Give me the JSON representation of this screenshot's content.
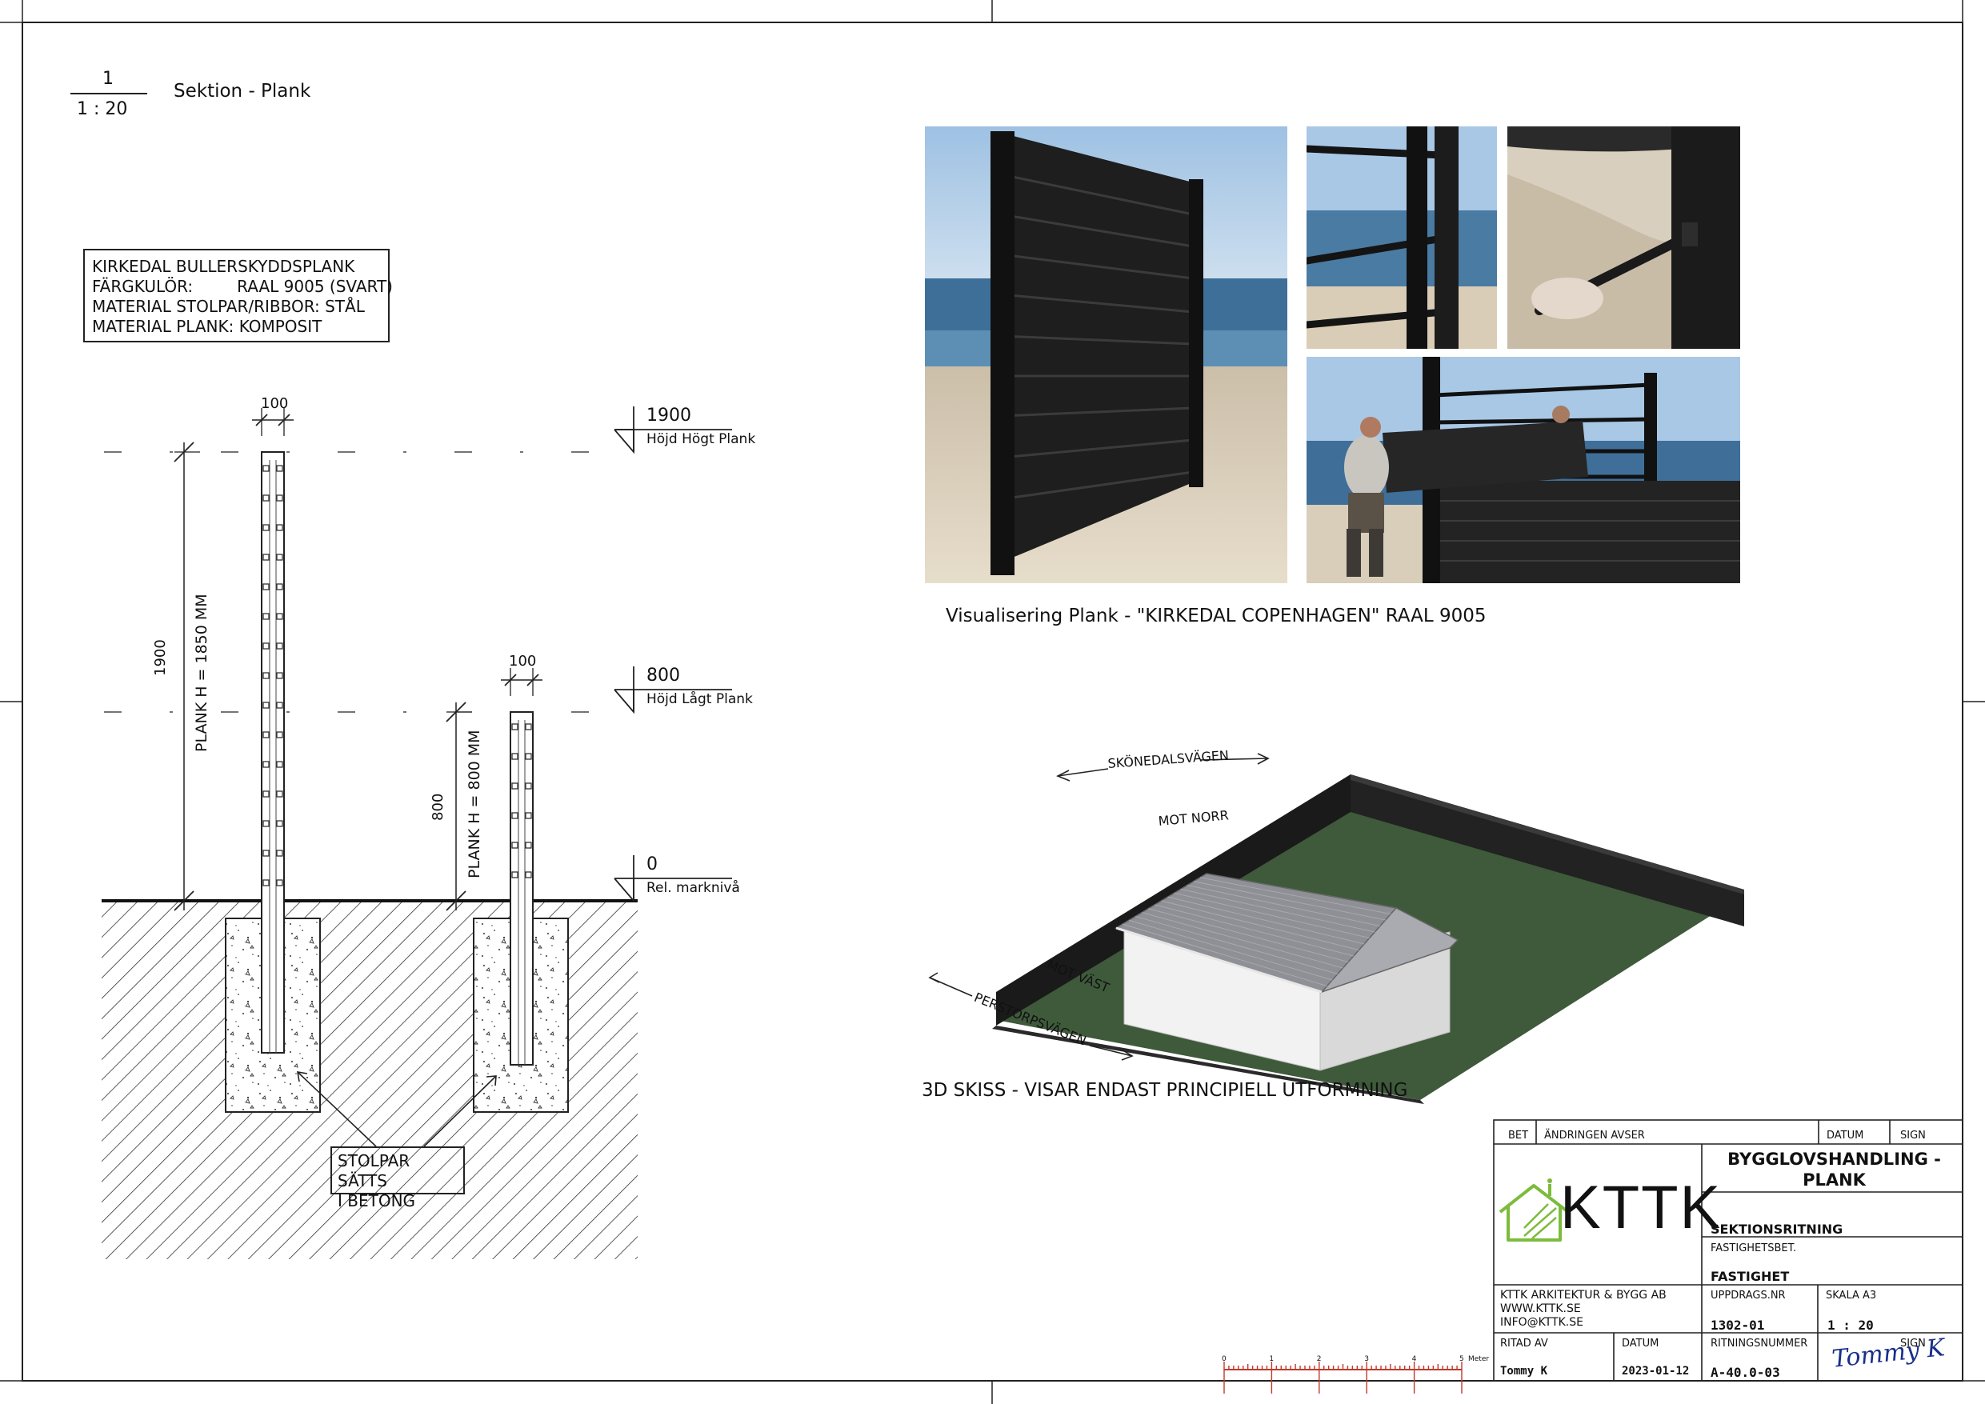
{
  "scale_ref": {
    "number": "1",
    "scale": "1 : 20",
    "title": "Sektion - Plank"
  },
  "spec": {
    "line1": "KIRKEDAL BULLERSKYDDSPLANK",
    "line2_label": "FÄRGKULÖR:",
    "line2_value": "RAAL 9005 (SVART)",
    "line3": "MATERIAL STOLPAR/RIBBOR: STÅL",
    "line4": "MATERIAL PLANK: KOMPOSIT"
  },
  "section": {
    "dim_post_width_1": "100",
    "dim_post_width_2": "100",
    "dim_high_total": "1900",
    "dim_high_plank": "PLANK H = 1850 MM",
    "dim_low_total": "800",
    "dim_low_plank": "PLANK H = 800 MM",
    "level_high_value": "1900",
    "level_high_label": "Höjd Högt Plank",
    "level_low_value": "800",
    "level_low_label": "Höjd Lågt Plank",
    "level_ground_value": "0",
    "level_ground_label": "Rel. marknivå",
    "note_line1": "STOLPAR SÄTTS",
    "note_line2": "I BETONG"
  },
  "photos": {
    "caption": "Visualisering Plank - \"KIRKEDAL COPENHAGEN\" RAAL 9005"
  },
  "sketch": {
    "road_north": "SKÖNEDALSVÄGEN",
    "mot_norr": "MOT NORR",
    "mot_vast": "MOT VÄST",
    "road_west": "PERSTORPSVÄGEN",
    "caption": "3D SKISS - VISAR ENDAST PRINCIPIELL UTFORMNING"
  },
  "scale_bar": {
    "ticks": [
      "0",
      "1",
      "2",
      "3",
      "4",
      "5"
    ],
    "unit": "Meter"
  },
  "title_block": {
    "hdr_bet": "BET",
    "hdr_andringen": "ÄNDRINGEN AVSER",
    "hdr_datum": "DATUM",
    "hdr_sign": "SIGN",
    "logo_text": "KTTK",
    "project_title": "BYGGLOVSHANDLING - PLANK",
    "drawing_type": "SEKTIONSRITNING",
    "fastighetsbet_label": "FASTIGHETSBET.",
    "fastighet_value": "FASTIGHET",
    "company_line1": "KTTK ARKITEKTUR & BYGG AB",
    "company_line2": "WWW.KTTK.SE",
    "company_line3": "INFO@KTTK.SE",
    "uppdragsnr_label": "UPPDRAGS.NR",
    "uppdragsnr_value": "1302-01",
    "skala_label": "SKALA A3",
    "skala_value": "1 : 20",
    "ritad_av_label": "RITAD AV",
    "ritad_av_value": "Tommy K",
    "datum_label": "DATUM",
    "datum_value": "2023-01-12",
    "ritningsnummer_label": "RITNINGSNUMMER",
    "ritningsnummer_value": "A-40.0-03",
    "sign_label": "SIGN",
    "signature": "Tommy K"
  },
  "colors": {
    "logo_green": "#7dbb3c",
    "plank_black": "#1d1d1d",
    "lawn_green": "#3e5a3a",
    "scale_red": "#c0392b",
    "signature_blue": "#1a2f8a"
  }
}
